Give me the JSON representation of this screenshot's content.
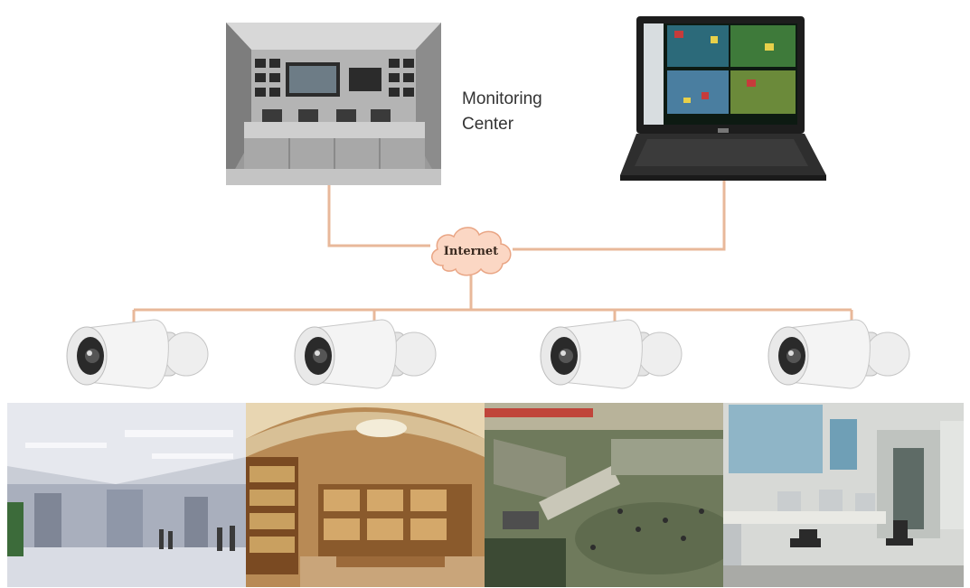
{
  "diagram": {
    "monitoring_label_line1": "Monitoring",
    "monitoring_label_line2": "Center",
    "internet_label": "Internet"
  },
  "colors": {
    "connector": "#e8b89a",
    "cloud_fill": "#fbd7c4",
    "cloud_stroke": "#e9a584"
  },
  "icons": {
    "control_room": "control-room-photo",
    "laptop": "laptop-icon",
    "cloud": "cloud-icon",
    "camera": "bullet-camera-icon"
  }
}
